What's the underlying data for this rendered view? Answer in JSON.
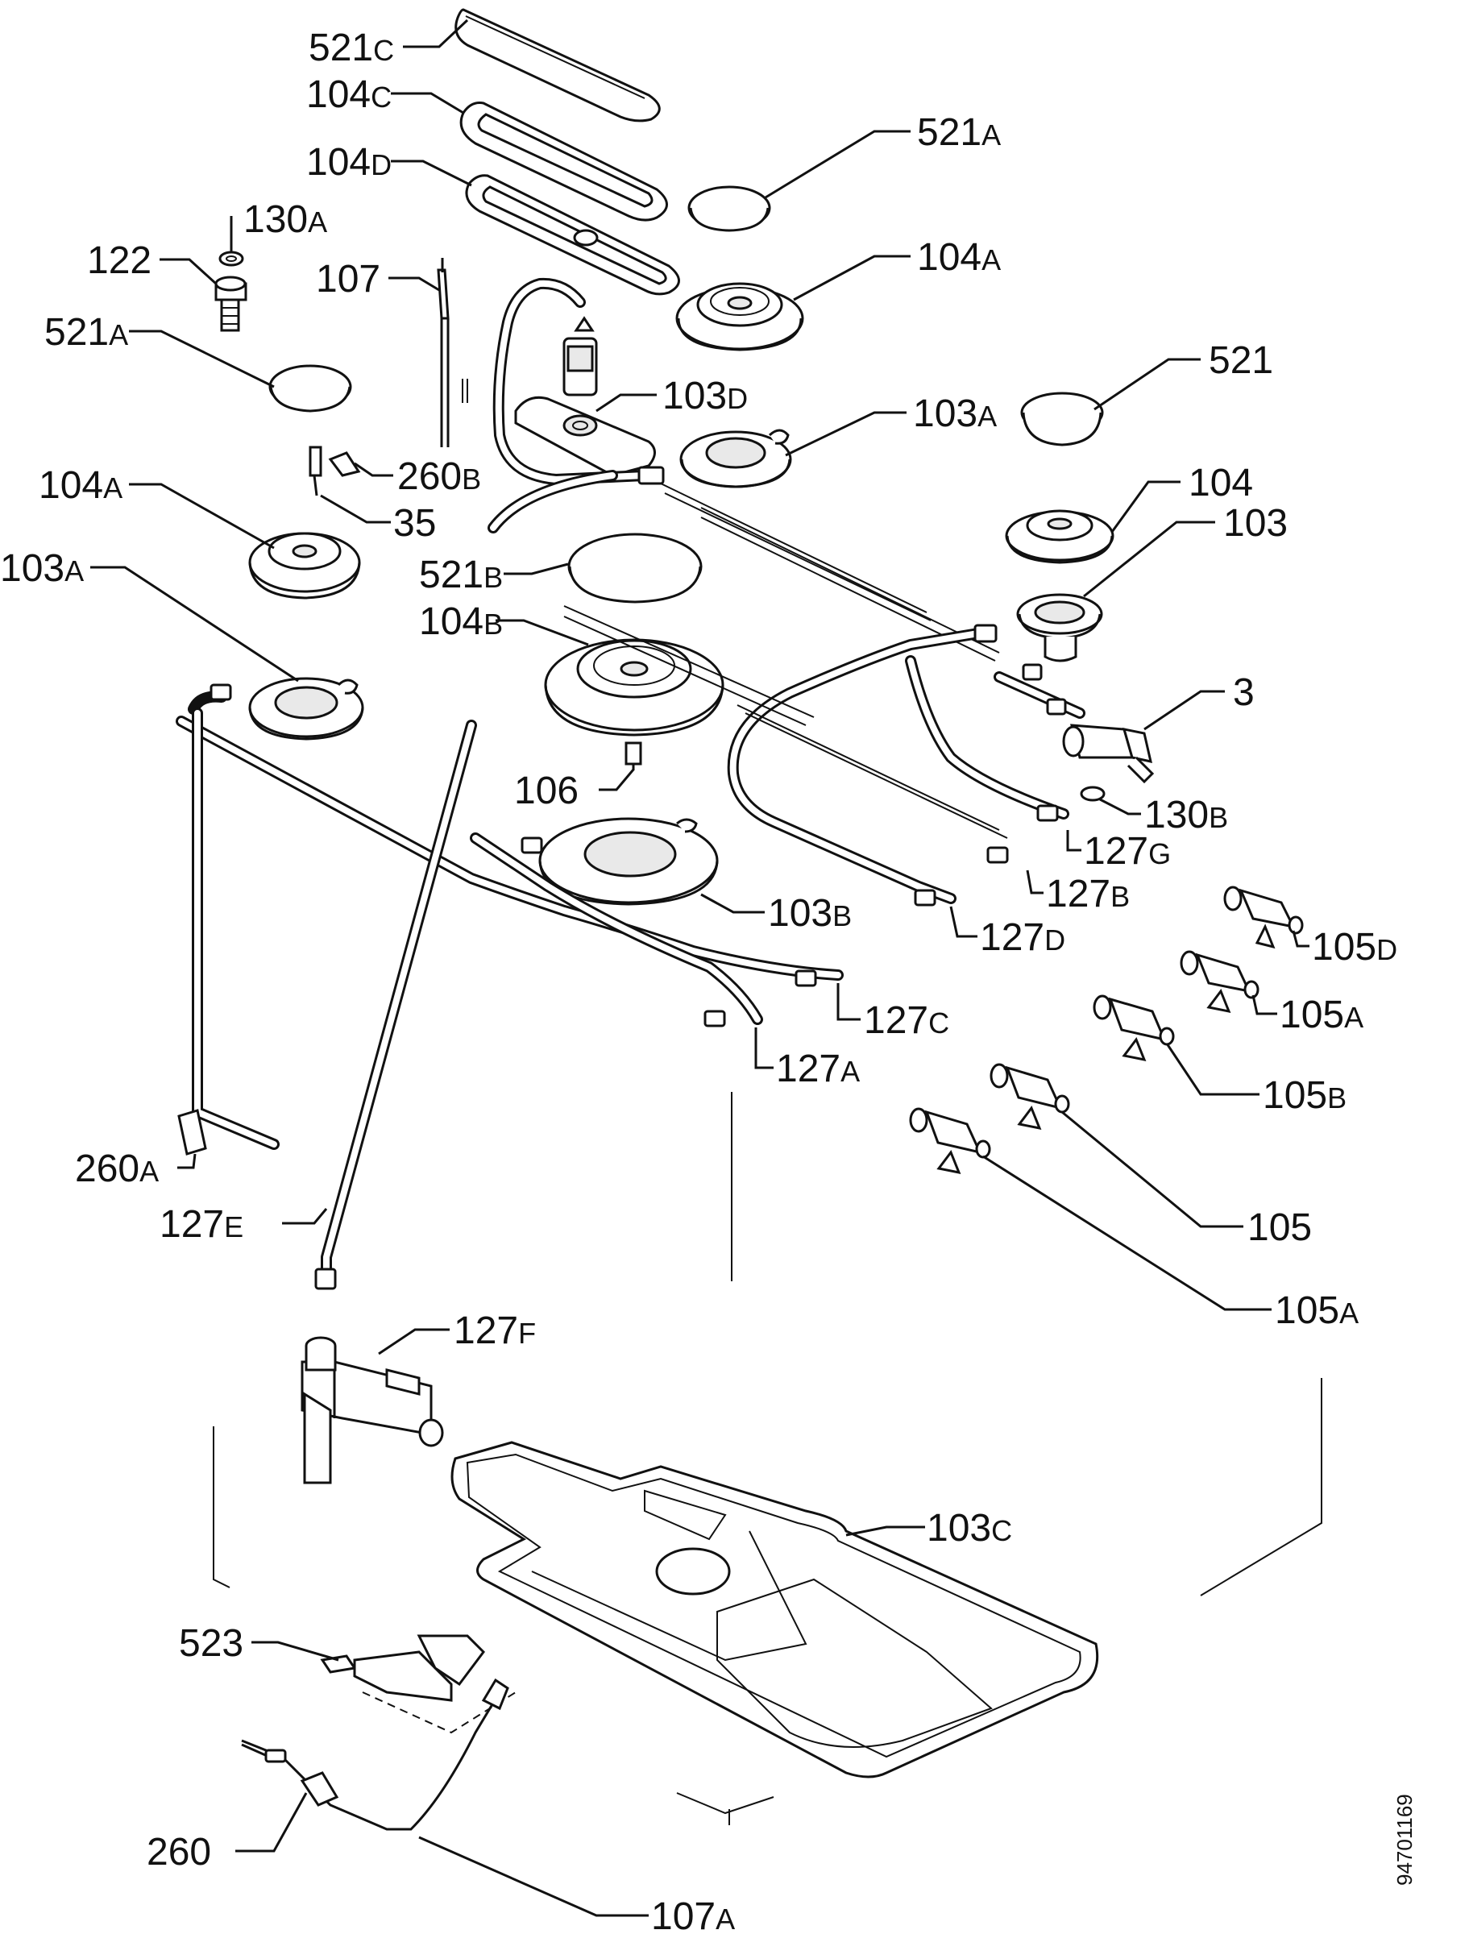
{
  "diagram": {
    "drawing_number": "94701169",
    "callouts": [
      {
        "id": "c521C-top",
        "num": "521",
        "sfx": "C"
      },
      {
        "id": "c104C",
        "num": "104",
        "sfx": "C"
      },
      {
        "id": "c104D",
        "num": "104",
        "sfx": "D"
      },
      {
        "id": "c130A",
        "num": "130",
        "sfx": "A"
      },
      {
        "id": "c122",
        "num": "122",
        "sfx": ""
      },
      {
        "id": "c107",
        "num": "107",
        "sfx": ""
      },
      {
        "id": "c521A-left",
        "num": "521",
        "sfx": "A"
      },
      {
        "id": "c521A-right",
        "num": "521",
        "sfx": "A"
      },
      {
        "id": "c104A-right",
        "num": "104",
        "sfx": "A"
      },
      {
        "id": "c521",
        "num": "521",
        "sfx": ""
      },
      {
        "id": "c103D",
        "num": "103",
        "sfx": "D"
      },
      {
        "id": "c103A-right",
        "num": "103",
        "sfx": "A"
      },
      {
        "id": "c260B",
        "num": "260",
        "sfx": "B"
      },
      {
        "id": "c104A-left",
        "num": "104",
        "sfx": "A"
      },
      {
        "id": "c35",
        "num": "35",
        "sfx": ""
      },
      {
        "id": "c104",
        "num": "104",
        "sfx": ""
      },
      {
        "id": "c103",
        "num": "103",
        "sfx": ""
      },
      {
        "id": "c103A-left",
        "num": "103",
        "sfx": "A"
      },
      {
        "id": "c521B",
        "num": "521",
        "sfx": "B"
      },
      {
        "id": "c104B",
        "num": "104",
        "sfx": "B"
      },
      {
        "id": "c3",
        "num": "3",
        "sfx": ""
      },
      {
        "id": "c106",
        "num": "106",
        "sfx": ""
      },
      {
        "id": "c130B",
        "num": "130",
        "sfx": "B"
      },
      {
        "id": "c127G",
        "num": "127",
        "sfx": "G"
      },
      {
        "id": "c127B",
        "num": "127",
        "sfx": "B"
      },
      {
        "id": "c103B",
        "num": "103",
        "sfx": "B"
      },
      {
        "id": "c127D",
        "num": "127",
        "sfx": "D"
      },
      {
        "id": "c105D",
        "num": "105",
        "sfx": "D"
      },
      {
        "id": "c105A-upper",
        "num": "105",
        "sfx": "A"
      },
      {
        "id": "c127C",
        "num": "127",
        "sfx": "C"
      },
      {
        "id": "c127A",
        "num": "127",
        "sfx": "A"
      },
      {
        "id": "c105B",
        "num": "105",
        "sfx": "B"
      },
      {
        "id": "c260A",
        "num": "260",
        "sfx": "A"
      },
      {
        "id": "c127E",
        "num": "127",
        "sfx": "E"
      },
      {
        "id": "c105",
        "num": "105",
        "sfx": ""
      },
      {
        "id": "c105A-lower",
        "num": "105",
        "sfx": "A"
      },
      {
        "id": "c127F",
        "num": "127",
        "sfx": "F"
      },
      {
        "id": "c103C",
        "num": "103",
        "sfx": "C"
      },
      {
        "id": "c523",
        "num": "523",
        "sfx": ""
      },
      {
        "id": "c260",
        "num": "260",
        "sfx": ""
      },
      {
        "id": "c107A",
        "num": "107",
        "sfx": "A"
      }
    ]
  }
}
